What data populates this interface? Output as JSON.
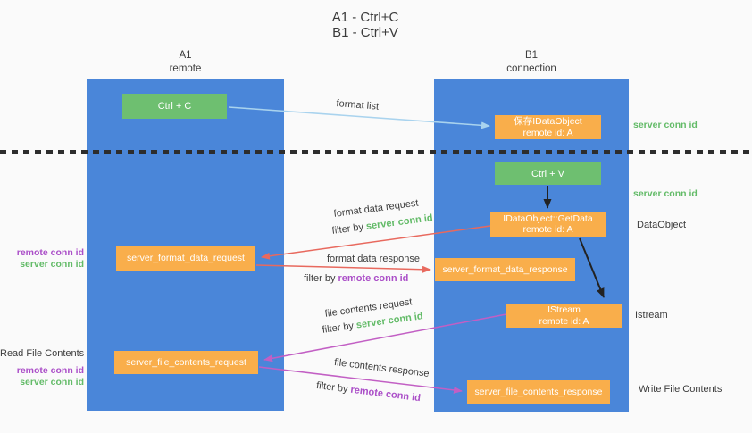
{
  "title": {
    "line1": "A1 - Ctrl+C",
    "line2": "B1 - Ctrl+V"
  },
  "columns": {
    "left": {
      "name": "A1",
      "role": "remote"
    },
    "right": {
      "name": "B1",
      "role": "connection"
    }
  },
  "nodes": {
    "ctrl_c": "Ctrl + C",
    "ctrl_v": "Ctrl + V",
    "save_dataobject": {
      "line1": "保存IDataObject",
      "line2": "remote id: A"
    },
    "getdata": {
      "line1": "IDataObject::GetData",
      "line2": "remote id: A"
    },
    "istream": {
      "line1": "IStream",
      "line2": "remote id: A"
    },
    "server_format_data_request": "server_format_data_request",
    "server_format_data_response": "server_format_data_response",
    "server_file_contents_request": "server_file_contents_request",
    "server_file_contents_response": "server_file_contents_response"
  },
  "arrow_labels": {
    "format_list": "format list",
    "format_data_request": "format data request",
    "format_data_response": "format data response",
    "file_contents_request": "file contents request",
    "file_contents_response": "file contents response",
    "filter_by": "filter by",
    "server_conn_id": "server conn id",
    "remote_conn_id": "remote conn id"
  },
  "side_labels": {
    "left": {
      "remote_conn_id_1": "remote conn id",
      "server_conn_id_1": "server conn id",
      "read_file_contents": "Read File Contents",
      "remote_conn_id_2": "remote conn id",
      "server_conn_id_2": "server conn id"
    },
    "right": {
      "server_conn_id_1": "server conn id",
      "server_conn_id_2": "server conn id",
      "dataobject": "DataObject",
      "istream": "Istream",
      "write_file_contents": "Write File Contents"
    }
  },
  "colors": {
    "column_blue": "#4a86d9",
    "node_green": "#6ebf70",
    "node_orange": "#f9ae4b",
    "arrow_lightblue": "#a9d3ee",
    "arrow_red": "#e8695e",
    "arrow_magenta": "#c25fc4",
    "arrow_black": "#222222",
    "text_green": "#63bb68",
    "text_purple": "#ab4fc8",
    "text_dark": "#3c3c3c"
  }
}
